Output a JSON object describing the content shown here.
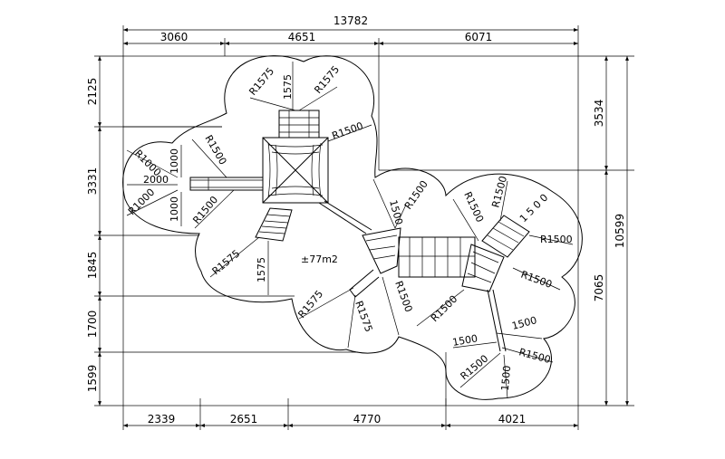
{
  "dimensions": {
    "top_total": "13782",
    "top": [
      "3060",
      "4651",
      "6071"
    ],
    "bottom": [
      "2339",
      "2651",
      "4770",
      "4021"
    ],
    "left": [
      "2125",
      "3331",
      "1845",
      "1700",
      "1599"
    ],
    "right_inner": [
      "3534",
      "7065"
    ],
    "right_total": "10599"
  },
  "radii": {
    "r1575": "R1575",
    "r1500": "R1500",
    "r1000": "R1000"
  },
  "lengths": {
    "l1575": "1575",
    "l1500": "1500",
    "l1000": "1000",
    "l2000": "2000",
    "l1500_spaced": "1 5 0 0"
  },
  "area_label": "±77m2"
}
